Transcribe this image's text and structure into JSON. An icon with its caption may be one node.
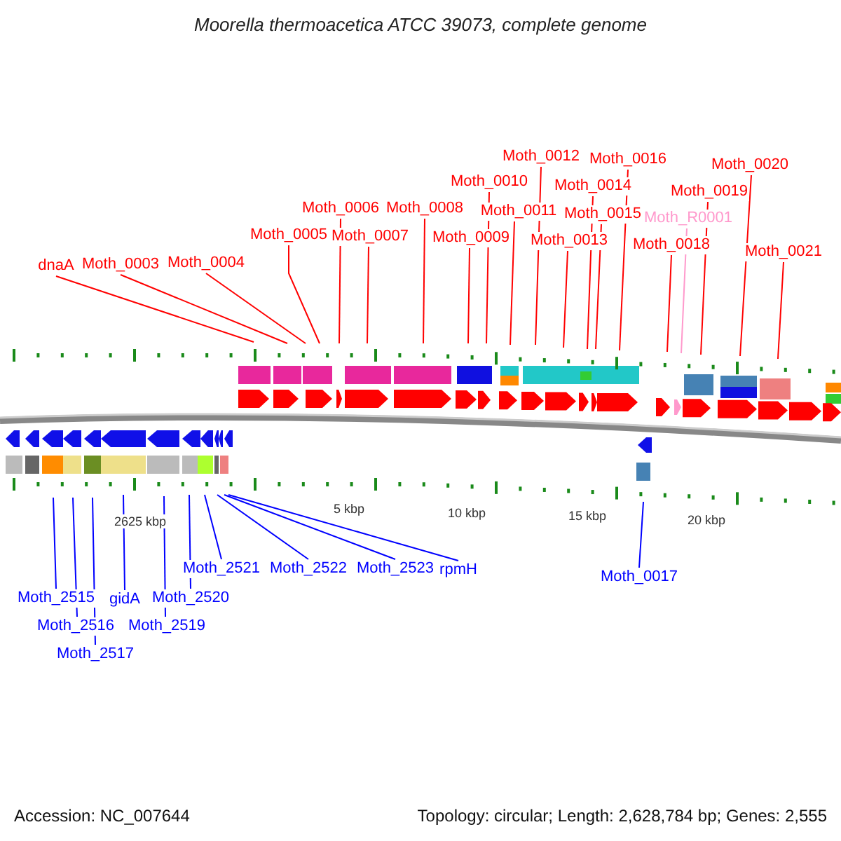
{
  "diagram": {
    "title": "Moorella thermoacetica ATCC 39073, complete genome",
    "nodes": [
      {
        "text": [
          "dnaA"
        ]
      },
      {
        "text": [
          "Moth_0003"
        ]
      },
      {
        "text": [
          "Moth_0004"
        ]
      },
      {
        "text": [
          "Moth_0005"
        ]
      },
      {
        "text": [
          "Moth_0006"
        ]
      },
      {
        "text": [
          "Moth_0007"
        ]
      },
      {
        "text": [
          "Moth_0008"
        ]
      },
      {
        "text": [
          "Moth_0009"
        ]
      },
      {
        "text": [
          "Moth_0010"
        ]
      },
      {
        "text": [
          "Moth_0011"
        ]
      },
      {
        "text": [
          "Moth_0012"
        ]
      },
      {
        "text": [
          "Moth_0013"
        ]
      },
      {
        "text": [
          "Moth_0014"
        ]
      },
      {
        "text": [
          "Moth_0015"
        ]
      },
      {
        "text": [
          "Moth_0016"
        ]
      },
      {
        "text": [
          "Moth_0018"
        ]
      },
      {
        "text": [
          "Moth_R0001"
        ]
      },
      {
        "text": [
          "Moth_0019"
        ]
      },
      {
        "text": [
          "Moth_0020"
        ]
      },
      {
        "text": [
          "Moth_0021"
        ]
      },
      {
        "text": [
          "Moth_2515"
        ]
      },
      {
        "text": [
          "Moth_2516"
        ]
      },
      {
        "text": [
          "Moth_2517"
        ]
      },
      {
        "text": [
          "gidA"
        ]
      },
      {
        "text": [
          "Moth_2519"
        ]
      },
      {
        "text": [
          "Moth_2520"
        ]
      },
      {
        "text": [
          "Moth_2521"
        ]
      },
      {
        "text": [
          "Moth_2522"
        ]
      },
      {
        "text": [
          "Moth_2523"
        ]
      },
      {
        "text": [
          "rpmH"
        ]
      },
      {
        "text": [
          "Moth_0017"
        ]
      }
    ],
    "edges": [
      {
        "from": 0,
        "to": null,
        "arrow": "none"
      },
      {
        "from": 1,
        "to": null,
        "arrow": "none"
      },
      {
        "from": 2,
        "to": null,
        "arrow": "none"
      },
      {
        "from": 3,
        "to": null,
        "arrow": "none"
      },
      {
        "from": 4,
        "to": null,
        "arrow": "none"
      },
      {
        "from": 5,
        "to": null,
        "arrow": "none"
      },
      {
        "from": 6,
        "to": null,
        "arrow": "none"
      },
      {
        "from": 7,
        "to": null,
        "arrow": "none"
      },
      {
        "from": 8,
        "to": null,
        "arrow": "none"
      },
      {
        "from": 9,
        "to": null,
        "arrow": "none"
      },
      {
        "from": 10,
        "to": null,
        "arrow": "none"
      },
      {
        "from": 11,
        "to": null,
        "arrow": "none"
      },
      {
        "from": 12,
        "to": null,
        "arrow": "none"
      },
      {
        "from": 13,
        "to": null,
        "arrow": "none"
      },
      {
        "from": 14,
        "to": null,
        "arrow": "none"
      },
      {
        "from": 15,
        "to": null,
        "arrow": "none"
      },
      {
        "from": 16,
        "to": null,
        "arrow": "none",
        "color": "#ff99cc"
      },
      {
        "from": 17,
        "to": null,
        "arrow": "none"
      },
      {
        "from": 18,
        "to": null,
        "arrow": "none"
      },
      {
        "from": 19,
        "to": null,
        "arrow": "none"
      },
      {
        "from": 20,
        "to": null,
        "arrow": "none",
        "color": "#0000ff"
      },
      {
        "from": 21,
        "to": null,
        "arrow": "none",
        "color": "#0000ff"
      },
      {
        "from": 22,
        "to": null,
        "arrow": "none",
        "color": "#0000ff"
      },
      {
        "from": 23,
        "to": null,
        "arrow": "none",
        "color": "#0000ff"
      },
      {
        "from": 24,
        "to": null,
        "arrow": "none",
        "color": "#0000ff"
      },
      {
        "from": 25,
        "to": null,
        "arrow": "none",
        "color": "#0000ff"
      },
      {
        "from": 26,
        "to": null,
        "arrow": "none",
        "color": "#0000ff"
      },
      {
        "from": 27,
        "to": null,
        "arrow": "none",
        "color": "#0000ff"
      },
      {
        "from": 28,
        "to": null,
        "arrow": "none",
        "color": "#0000ff"
      },
      {
        "from": 29,
        "to": null,
        "arrow": "none",
        "color": "#0000ff"
      },
      {
        "from": 30,
        "to": null,
        "arrow": "none",
        "color": "#0000ff"
      }
    ],
    "labels": [
      "2625 kbp",
      "5 kbp",
      "10 kbp",
      "15 kbp",
      "20 kbp",
      "Accession: NC_007644",
      "Topology: circular; Length: 2,628,784 bp; Genes: 2,555"
    ]
  }
}
